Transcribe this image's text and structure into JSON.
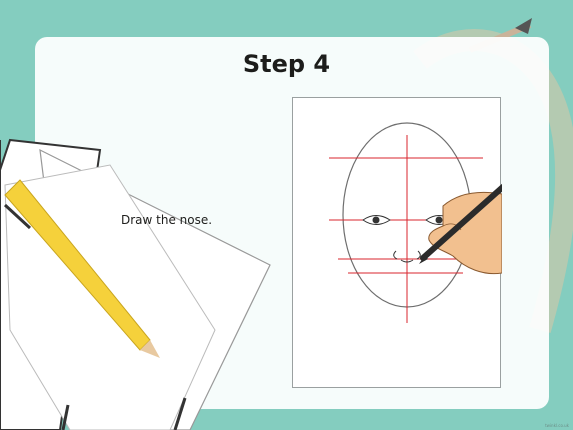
{
  "slide": {
    "title": "Step 4",
    "instruction": "Draw the nose.",
    "credit": "twinkl.co.uk"
  },
  "colors": {
    "background": "#84cdbf",
    "card": "#ffffff",
    "guide_lines": "#d9262e",
    "skin": "#f2c08f",
    "pencil_yellow": "#f5d13b"
  },
  "illustration": {
    "icon_names": [
      "face-sketch",
      "hand-with-pencil",
      "pencil-icon",
      "paper-sheets"
    ]
  }
}
